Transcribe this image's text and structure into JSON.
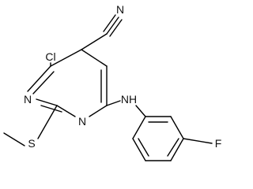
{
  "labels": {
    "chlorine": "Cl",
    "nitrile_n": "N",
    "ring_n1": "N",
    "ring_n3": "N",
    "amine": "NH",
    "sulfur": "S",
    "fluorine": "F"
  },
  "colors": {
    "bond": "#000000",
    "text": "#111111",
    "background": "#ffffff"
  }
}
